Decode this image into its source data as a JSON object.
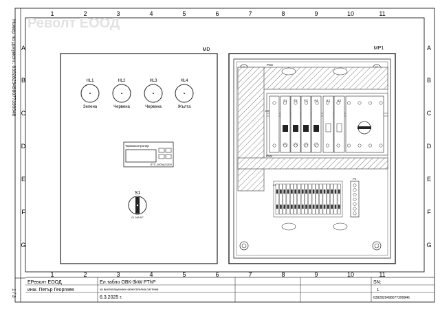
{
  "sheet": {
    "company_watermark": "Револт ЕООД",
    "doc_number_side": "Номер на документ: 6392829498077399946",
    "page_side": "1 / 3",
    "col_numbers": [
      "1",
      "2",
      "3",
      "4",
      "5",
      "6",
      "7",
      "8",
      "9",
      "10",
      "11"
    ],
    "row_letters": [
      "A",
      "B",
      "C",
      "D",
      "E",
      "F",
      "G"
    ]
  },
  "door": {
    "label": "MD",
    "lamps": [
      {
        "tag": "HL1",
        "caption": "Зелена"
      },
      {
        "tag": "HL2",
        "caption": "Червена"
      },
      {
        "tag": "HL3",
        "caption": "Червена"
      },
      {
        "tag": "HL4",
        "caption": "Жълта"
      }
    ],
    "thermo_title": "Термоконтролер",
    "thermo_sub": "STC-1000A/220V",
    "switch_tag": "S1",
    "switch_sub": "0-I 16A 90°"
  },
  "panel": {
    "label": "MP1",
    "duct_top_label": "PSS",
    "duct_mid_label": "PSS",
    "din_label": "DIN",
    "breakers": [
      "F1",
      "F2",
      "F3",
      "F4"
    ],
    "contactors": [
      "K1",
      "K2"
    ],
    "terminals_label": "X1",
    "pe_label": "PE"
  },
  "title_block": {
    "company": "ЕРеволт ЕООД",
    "engineer": "инж. Петър Георгиев",
    "title": "Ел.табло ОВК-3kW PThP",
    "subtitle": "за вентилационна нагнетателна система",
    "date": "6.3.2025 г.",
    "sn_label": "SN:",
    "sn_value": "6392829498077399946",
    "page": "1",
    "rev": "1"
  }
}
